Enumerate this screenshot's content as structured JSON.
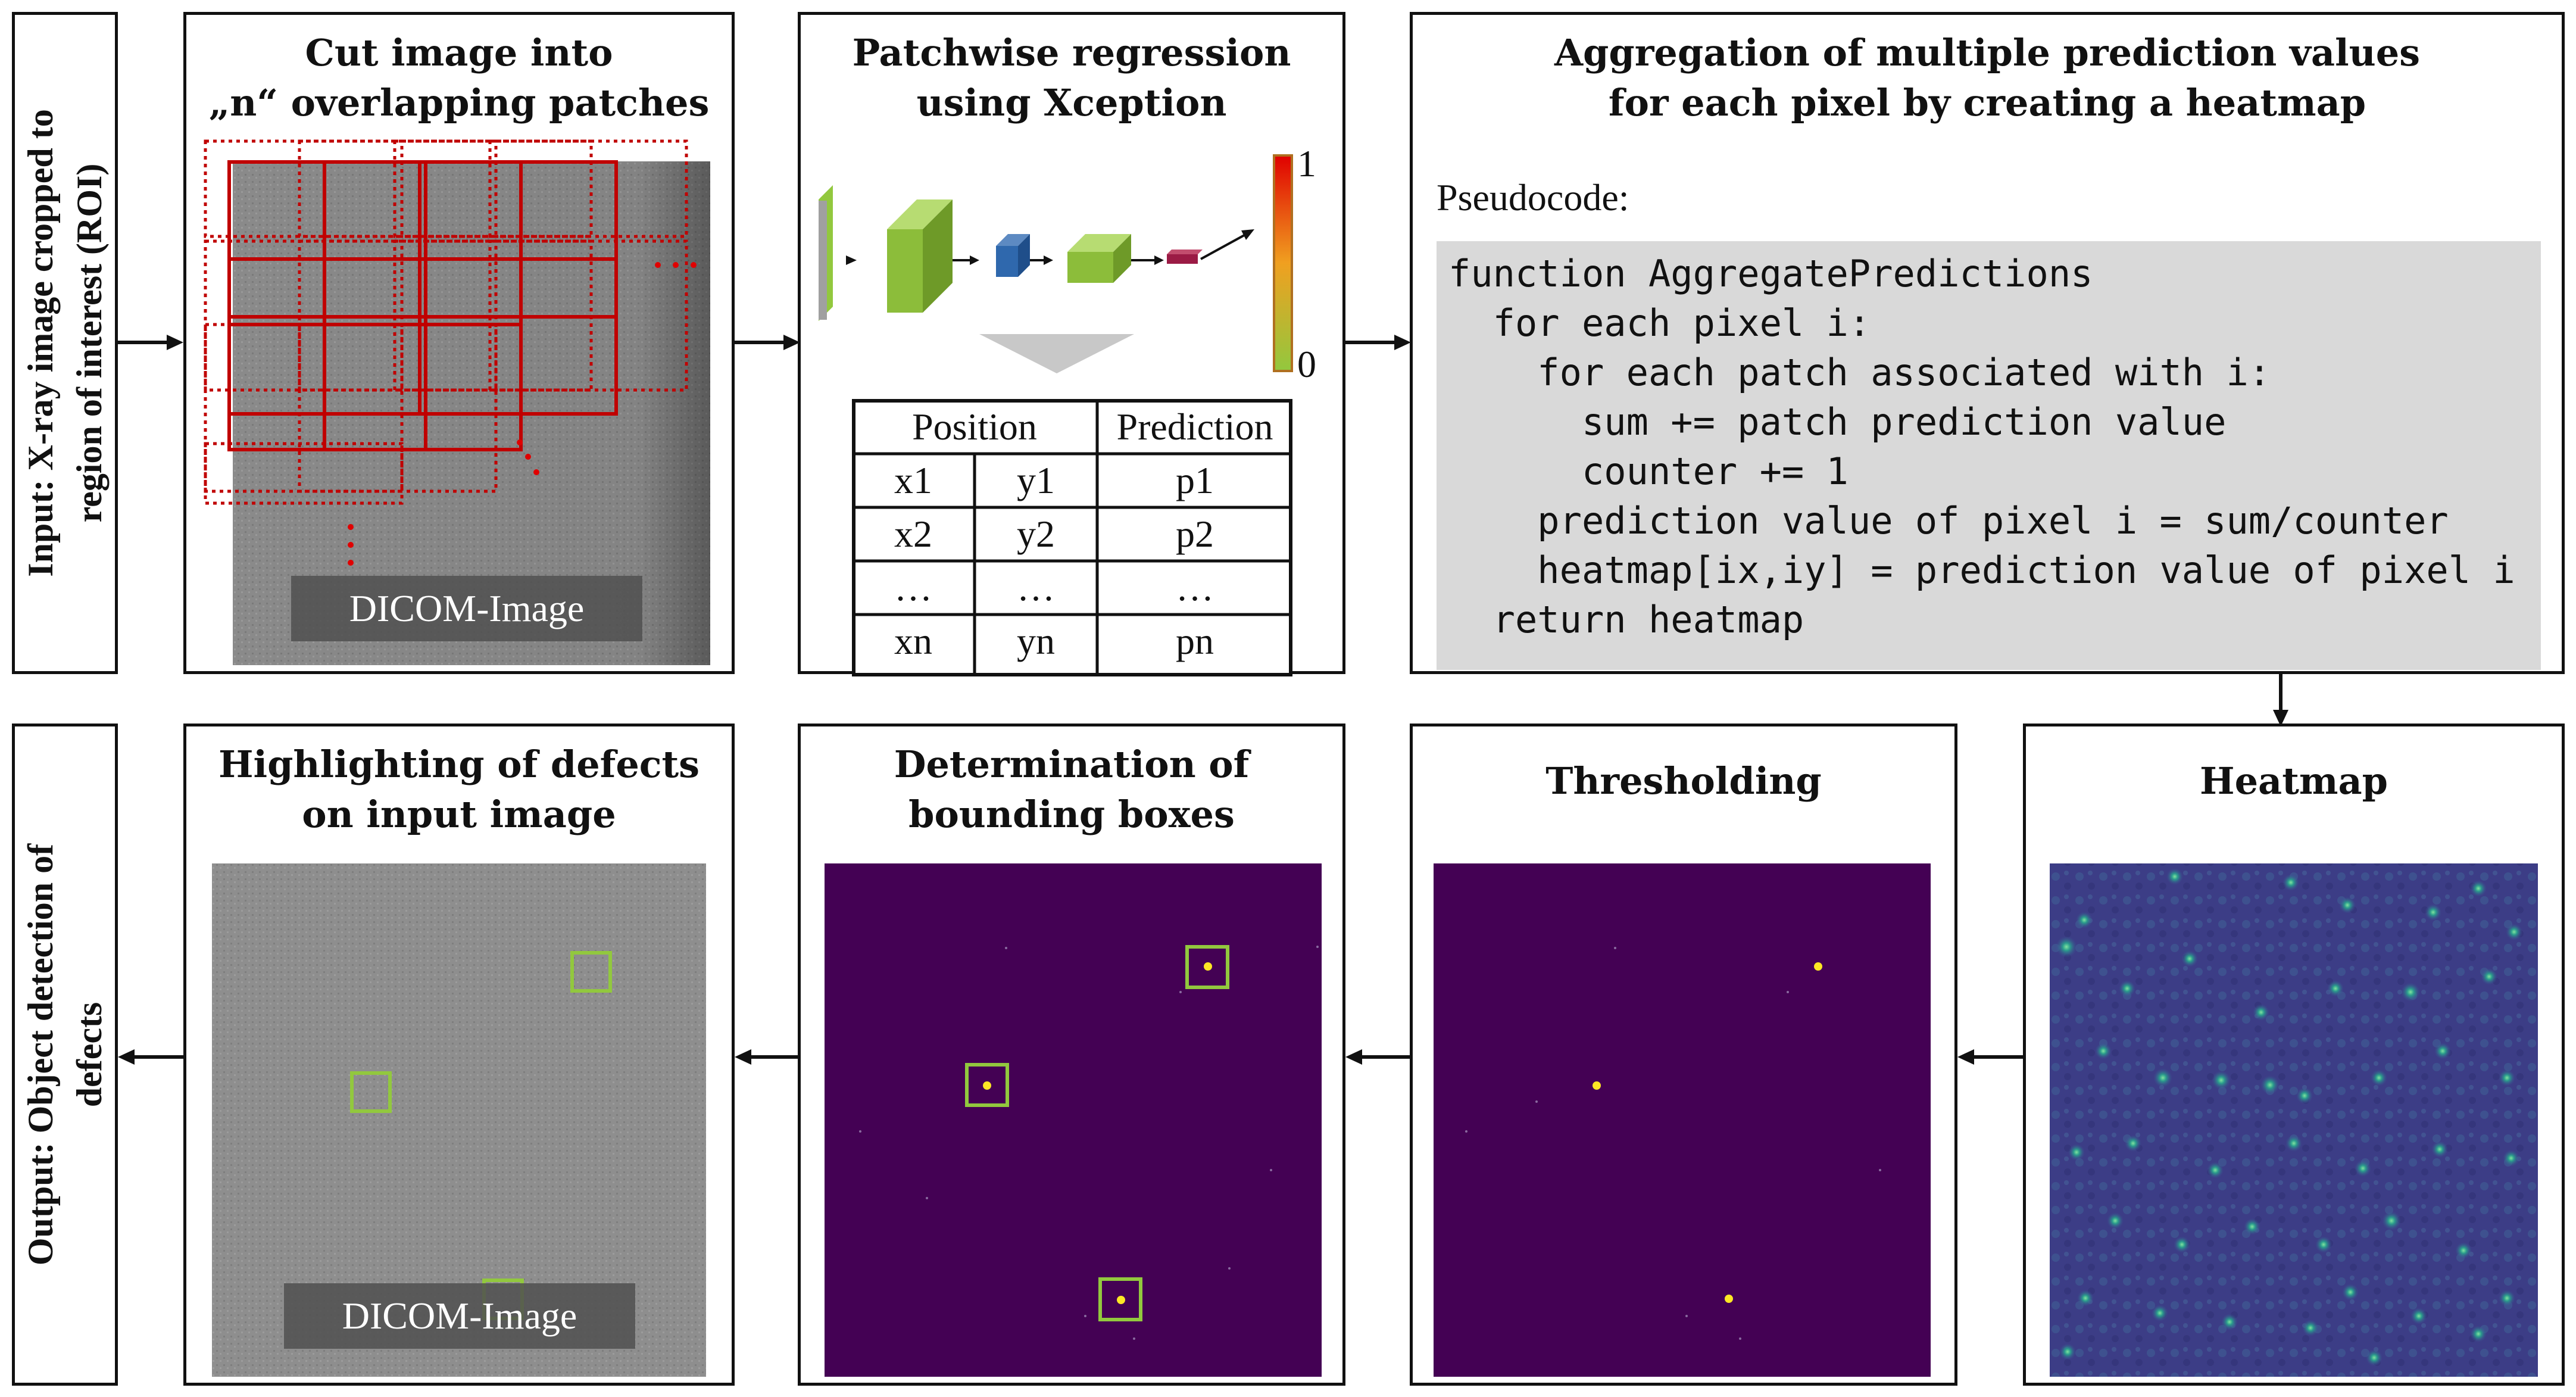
{
  "input_label": {
    "line1": "Input: X-ray image cropped to",
    "line2": "region of interest (ROI)"
  },
  "output_label": {
    "line1": "Output: Object detection of",
    "line2": "defects"
  },
  "steps": {
    "cut": {
      "title_line1": "Cut image into",
      "title_line2": "„n“ overlapping patches",
      "image_label": "DICOM-Image"
    },
    "regression": {
      "title_line1": "Patchwise regression",
      "title_line2": "using Xception",
      "colorbar_max": "1",
      "colorbar_min": "0",
      "table": {
        "headers": [
          "Position",
          "Prediction"
        ],
        "rows": [
          [
            "x1",
            "y1",
            "p1"
          ],
          [
            "x2",
            "y2",
            "p2"
          ],
          [
            "…",
            "…",
            "…"
          ],
          [
            "xn",
            "yn",
            "pn"
          ]
        ]
      }
    },
    "aggregation": {
      "title_line1": "Aggregation of multiple prediction values",
      "title_line2": "for each pixel by creating a heatmap",
      "pseudocode_label": "Pseudocode:",
      "code": [
        "function AggregatePredictions",
        "  for each pixel i:",
        "    for each patch associated with i:",
        "      sum += patch prediction value",
        "      counter += 1",
        "    prediction value of pixel i = sum/counter",
        "    heatmap[ix,iy] = prediction value of pixel i",
        "  return heatmap"
      ]
    },
    "heatmap": {
      "title": "Heatmap"
    },
    "thresholding": {
      "title": "Thresholding"
    },
    "bounding": {
      "title_line1": "Determination of",
      "title_line2": "bounding boxes"
    },
    "highlight": {
      "title_line1": "Highlighting of defects",
      "title_line2": "on input image",
      "image_label": "DICOM-Image"
    }
  },
  "colors": {
    "patch_red": "#c00000",
    "box_green": "#92c83e",
    "dark_purple": "#440154",
    "defect_yellow": "#fde725",
    "code_bg": "#d9d9d9"
  }
}
